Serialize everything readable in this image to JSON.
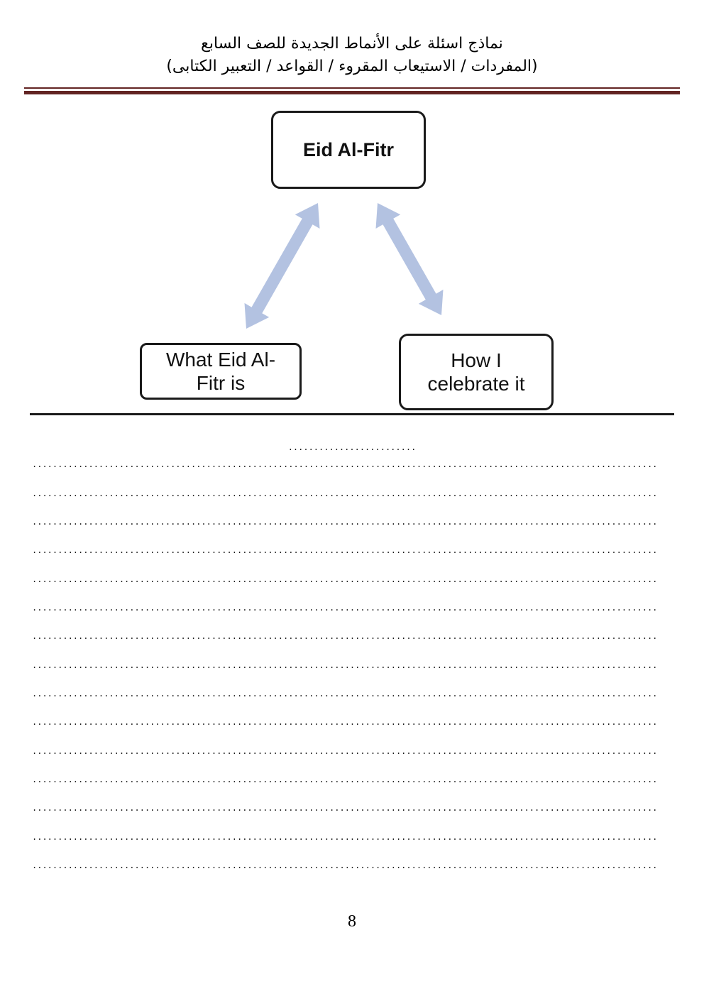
{
  "header": {
    "title_line1": "نماذج اسئلة على الأنماط الجديدة للصف السابع",
    "title_line2": "(المفردات  / الاستيعاب المقروء / القواعد / التعبير الكتابى)"
  },
  "diagram": {
    "top_box": {
      "label": "Eid Al-Fitr"
    },
    "left_box": {
      "line1": "What Eid Al-",
      "line2": "Fitr is"
    },
    "right_box": {
      "line1": "How I",
      "line2": "celebrate it"
    }
  },
  "answer_area": {
    "dot_char": ".",
    "short_line_dot_count": 25,
    "full_line_count": 15,
    "full_line_dot_count": 122
  },
  "footer": {
    "page_number": "8"
  },
  "colors": {
    "divider_maroon": "#622423",
    "arrow_blue": "#b3c2e1",
    "box_border": "#1a1a1a",
    "rule_line": "#1a1a1a",
    "dots": "#1a1a1a"
  }
}
